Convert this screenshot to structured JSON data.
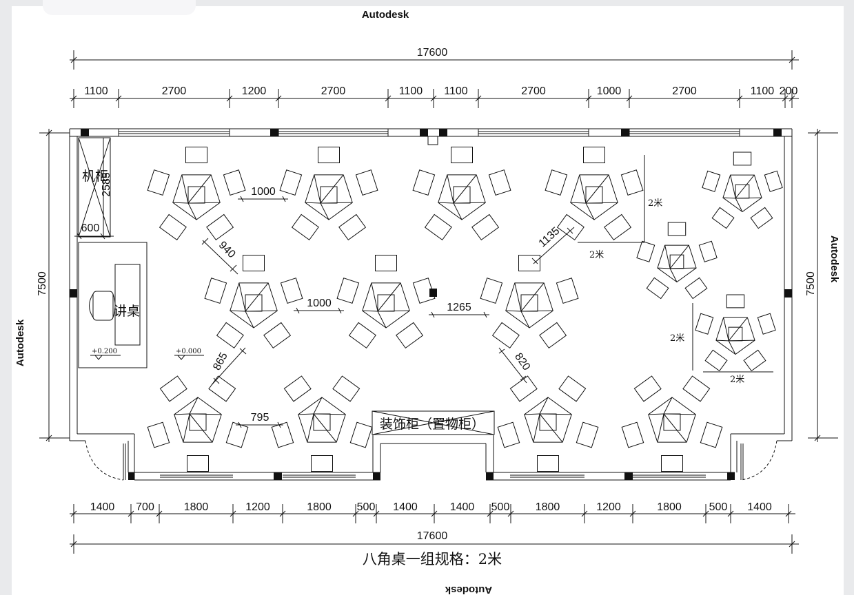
{
  "watermark": {
    "top": "Autodesk",
    "left": "Autodesk",
    "right": "Autodesk",
    "bottom": "Autodesk"
  },
  "dimensions": {
    "top_total": "17600",
    "top_segments": [
      "1100",
      "2700",
      "1200",
      "2700",
      "1100",
      "1100",
      "2700",
      "1000",
      "2700",
      "1100",
      "200"
    ],
    "bottom_segments": [
      "1400",
      "700",
      "1800",
      "1200",
      "1800",
      "500",
      "1400",
      "1400",
      "500",
      "1800",
      "1200",
      "1800",
      "500",
      "1400"
    ],
    "bottom_total": "17600",
    "left_height": "7500",
    "right_height": "7500"
  },
  "spacings": {
    "s1000_top": "1000",
    "s1000_mid": "1000",
    "s1265": "1265",
    "s940": "940",
    "s865": "865",
    "s795": "795",
    "s1135": "1135",
    "s820": "820",
    "s2585": "2585",
    "s600": "600"
  },
  "labels": {
    "cabinet": "机柜",
    "podium": "讲桌",
    "decor_cabinet": "装饰柜（置物柜）",
    "level_podium": "+0.200",
    "level_floor": "+0.000",
    "two_m": "2米",
    "caption": "八角桌一组规格：2米"
  }
}
